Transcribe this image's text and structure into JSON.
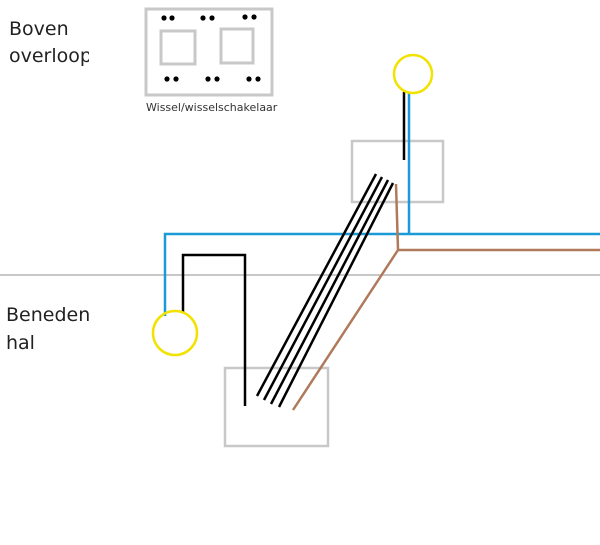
{
  "labels": {
    "upper_floor_line1": "Boven",
    "upper_floor_line2": "overloop",
    "lower_floor_line1": "Beneden",
    "lower_floor_line2": "hal",
    "switch_caption": "Wissel/wisselschakelaar"
  },
  "colors": {
    "blue_wire": "#1a9ad6",
    "brown_wire": "#b07a5a",
    "black_wire": "#000000",
    "lamp_outline": "#f2e200",
    "box_outline": "#c8c8c8",
    "floor_line": "#c8c8c8"
  },
  "icons": {
    "lamp_upper": "lamp-icon",
    "lamp_lower": "lamp-icon",
    "switch_icon": "double-switch-icon"
  }
}
